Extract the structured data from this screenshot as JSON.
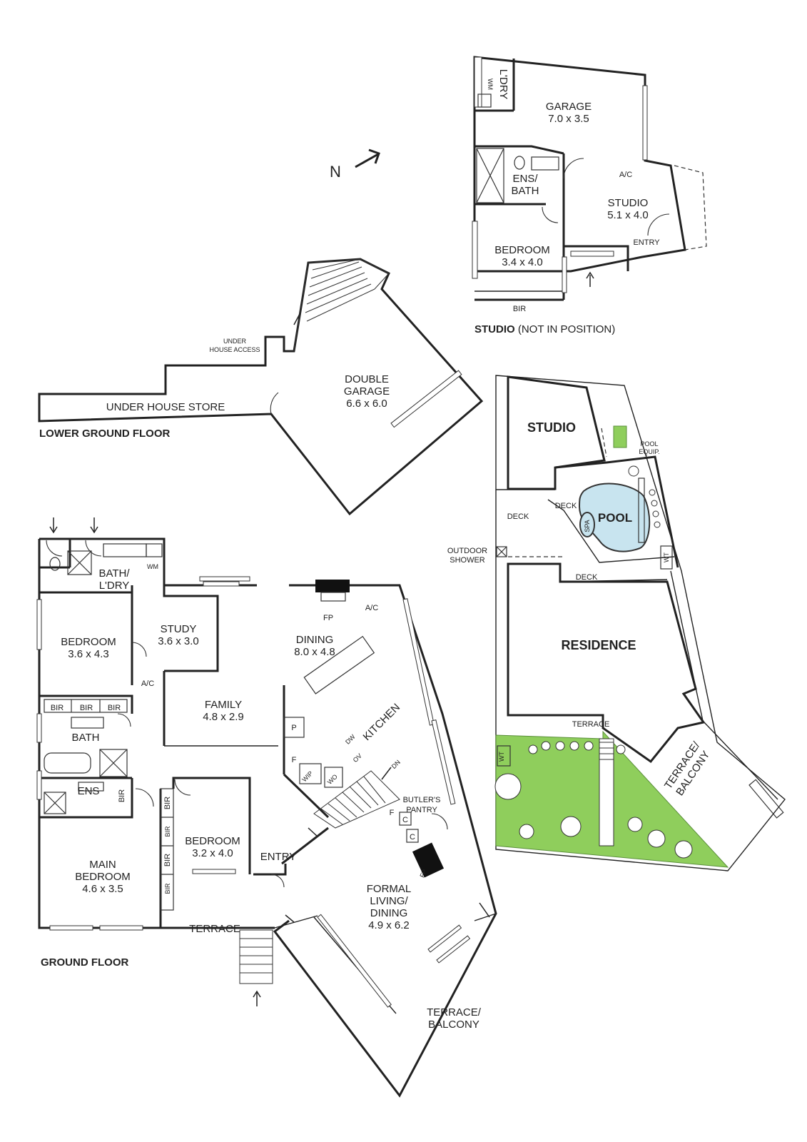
{
  "compass": {
    "label": "N"
  },
  "studio_plan": {
    "title_bold": "STUDIO",
    "title_rest": " (NOT IN POSITION)",
    "garage": {
      "name": "GARAGE",
      "dims": "7.0 x 3.5"
    },
    "ldry": "L'DRY",
    "wm": "WM",
    "ens": {
      "line1": "ENS/",
      "line2": "BATH"
    },
    "studio": {
      "name": "STUDIO",
      "dims": "5.1 x 4.0"
    },
    "ac": "A/C",
    "entry": "ENTRY",
    "bedroom": {
      "name": "BEDROOM",
      "dims": "3.4 x 4.0"
    },
    "bir": "BIR"
  },
  "lower_ground": {
    "title": "LOWER GROUND FLOOR",
    "under_house_access": {
      "line1": "UNDER",
      "line2": "HOUSE ACCESS"
    },
    "under_house_store": "UNDER HOUSE STORE",
    "double_garage": {
      "line1": "DOUBLE",
      "line2": "GARAGE",
      "dims": "6.6 x 6.0"
    }
  },
  "ground_floor": {
    "title": "GROUND FLOOR",
    "bath_ldry": {
      "line1": "BATH/",
      "line2": "L'DRY"
    },
    "wm": "WM",
    "study": {
      "name": "STUDY",
      "dims": "3.6 x 3.0"
    },
    "bedroom1": {
      "name": "BEDROOM",
      "dims": "3.6 x 4.3"
    },
    "ac1": "A/C",
    "bir": "BIR",
    "bath": "BATH",
    "ens": "ENS",
    "family": {
      "name": "FAMILY",
      "dims": "4.8 x 2.9"
    },
    "fp": "FP",
    "ac2": "A/C",
    "dining": {
      "name": "DINING",
      "dims": "8.0 x 4.8"
    },
    "kitchen": "KITCHEN",
    "p": "P",
    "f": "F",
    "dw": "DW",
    "ov": "OV",
    "dn": "DN",
    "wip": "WIP",
    "wo": "WO",
    "butlers_pantry": {
      "line1": "BUTLER'S",
      "line2": "PANTRY"
    },
    "c": "C",
    "bedroom2": {
      "name": "BEDROOM",
      "dims": "3.2 x 4.0"
    },
    "main_bedroom": {
      "line1": "MAIN",
      "line2": "BEDROOM",
      "dims": "4.6 x 3.5"
    },
    "entry": "ENTRY",
    "formal": {
      "line1": "FORMAL",
      "line2": "LIVING/",
      "line3": "DINING",
      "dims": "4.9 x 6.2"
    },
    "terrace": "TERRACE",
    "terrace_balcony": {
      "line1": "TERRACE/",
      "line2": "BALCONY"
    }
  },
  "site_plan": {
    "studio": "STUDIO",
    "pool_equip": {
      "line1": "POOL",
      "line2": "EQUIP."
    },
    "deck": "DECK",
    "pool": "POOL",
    "spa": "SPA",
    "wt": "WT",
    "outdoor_shower": {
      "line1": "OUTDOOR",
      "line2": "SHOWER"
    },
    "residence": "RESIDENCE",
    "terrace": "TERRACE",
    "terrace_balcony": {
      "line1": "TERRACE/",
      "line2": "BALCONY"
    }
  },
  "colors": {
    "lawn": "#8fce5c",
    "pool": "#c8e4ef",
    "walls": "#222222"
  }
}
